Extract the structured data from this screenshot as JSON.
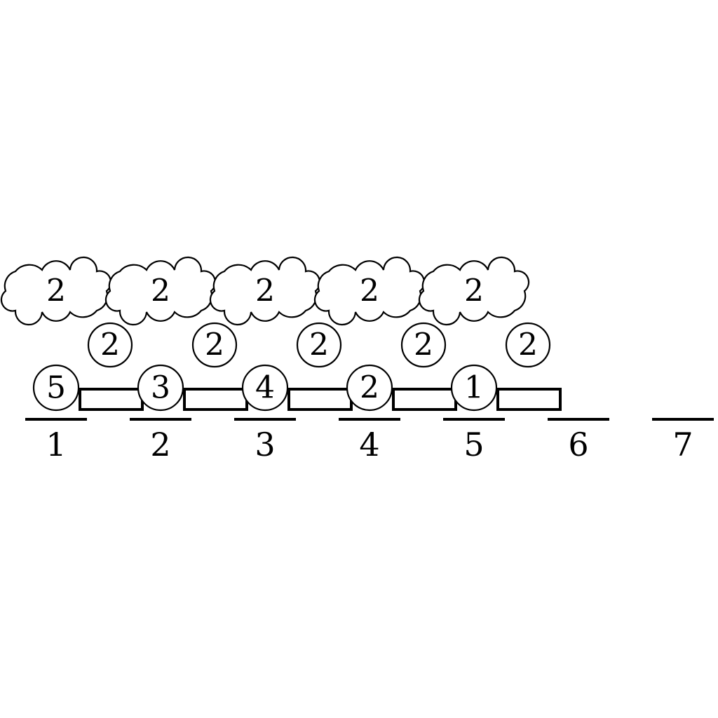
{
  "positions": [
    "1",
    "2",
    "3",
    "4",
    "5",
    "6",
    "7"
  ],
  "bottom_circles": [
    "5",
    "3",
    "4",
    "2",
    "1"
  ],
  "mid_circles": [
    "2",
    "2",
    "2",
    "2",
    "2"
  ],
  "clouds": [
    "2",
    "2",
    "2",
    "2",
    "2"
  ],
  "connector_count": 5
}
